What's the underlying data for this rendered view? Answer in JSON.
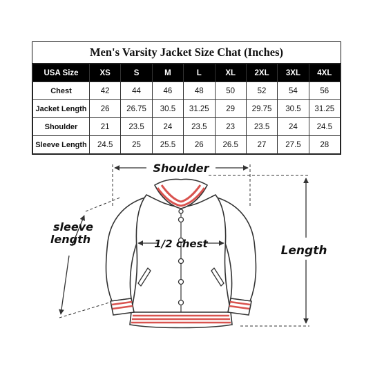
{
  "title": "Men's Varsity Jacket Size Chat (Inches)",
  "header": [
    "USA Size",
    "XS",
    "S",
    "M",
    "L",
    "XL",
    "2XL",
    "3XL",
    "4XL"
  ],
  "rows": [
    {
      "label": "Chest",
      "values": [
        "42",
        "44",
        "46",
        "48",
        "50",
        "52",
        "54",
        "56"
      ]
    },
    {
      "label": "Jacket Length",
      "values": [
        "26",
        "26.75",
        "30.5",
        "31.25",
        "29",
        "29.75",
        "30.5",
        "31.25"
      ]
    },
    {
      "label": "Shoulder",
      "values": [
        "21",
        "23.5",
        "24",
        "23.5",
        "23",
        "23.5",
        "24",
        "24.5"
      ]
    },
    {
      "label": "Sleeve Length",
      "values": [
        "24.5",
        "25",
        "25.5",
        "26",
        "26.5",
        "27",
        "27.5",
        "28"
      ]
    }
  ],
  "diagram": {
    "shoulder_label": "Shoulder",
    "sleeve_label_1": "sleeve",
    "sleeve_label_2": "length",
    "chest_label": "1/2 chest",
    "length_label": "Length"
  },
  "colors": {
    "stripe": "#d9534f",
    "ink": "#333333"
  }
}
